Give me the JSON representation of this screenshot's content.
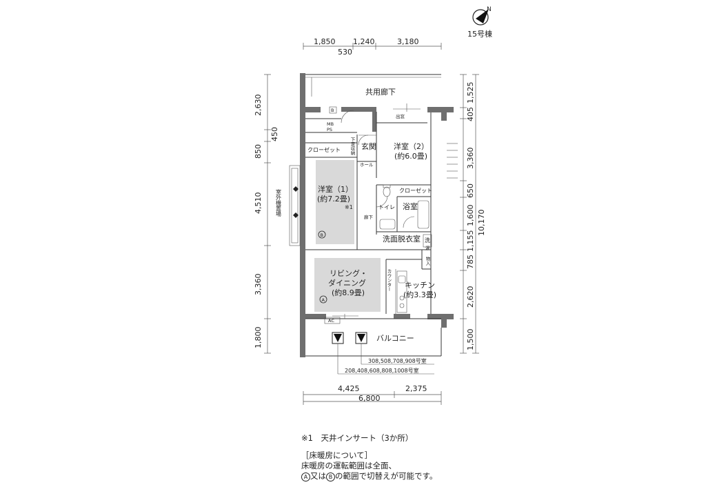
{
  "building": "15号棟",
  "compass_letter": "N",
  "dimensions": {
    "top": [
      "1,850",
      "1,240",
      "3,180"
    ],
    "top_sub": "530",
    "left": [
      "2,630",
      "450",
      "850",
      "4,510",
      "3,360",
      "1,800"
    ],
    "right": [
      "1,525",
      "405",
      "3,360",
      "650",
      "1,600",
      "1,155",
      "785",
      "2,620",
      "1,500"
    ],
    "right_total": "10,170",
    "bottom": [
      "4,425",
      "2,375"
    ],
    "bottom_total": "6,800"
  },
  "rooms": {
    "corridor": "共用廊下",
    "mb": "MB",
    "ps": "PS",
    "b_mark": "B",
    "shoe_storage": "下足収納",
    "entrance": "玄関",
    "hall": "ホール",
    "closet1": "クローゼット",
    "western2": "洋室（2）",
    "western2_size": "(約6.0畳)",
    "demado": "出窓",
    "western1": "洋室（1）",
    "western1_size": "(約7.2畳)",
    "note_mark": "※1",
    "closet2": "クローゼット",
    "toilet": "トイレ",
    "bath": "浴室",
    "hallway": "廊下",
    "washroom": "洗面脱衣室",
    "washer": "洗",
    "washer_sub": "濯",
    "storage": "物入",
    "living": "リビング・",
    "dining": "ダイニング",
    "living_size": "(約8.9畳)",
    "counter": "カウンター",
    "kitchen": "キッチン",
    "kitchen_size": "(約3.3畳)",
    "ac": "AC",
    "balcony": "バルコニー",
    "outdoor_unit": "室外機置場",
    "mark_a": "A",
    "mark_b": "B"
  },
  "unit_labels": [
    "308,508,708,908号室",
    "208,408,608,808,1008号室"
  ],
  "notes": {
    "note1": "※1　天井インサート（3か所）",
    "floor_heating_title": "［床暖房について］",
    "floor_heating_line1": "床暖房の運転範囲は全面、",
    "floor_heating_line2_pre": "又は",
    "floor_heating_line2_post": "の範囲で切替えが可能です。",
    "circle_a": "A",
    "circle_b": "B"
  }
}
